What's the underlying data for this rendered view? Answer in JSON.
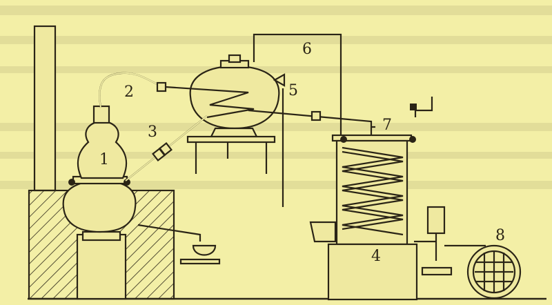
{
  "labels": {
    "l1": "1",
    "l2": "2",
    "l3": "3",
    "l4": "4",
    "l5": "5",
    "l6": "6",
    "l7": "7",
    "l8": "8"
  },
  "colors": {
    "paper": "#f3efa6",
    "ink": "#2a2416"
  }
}
